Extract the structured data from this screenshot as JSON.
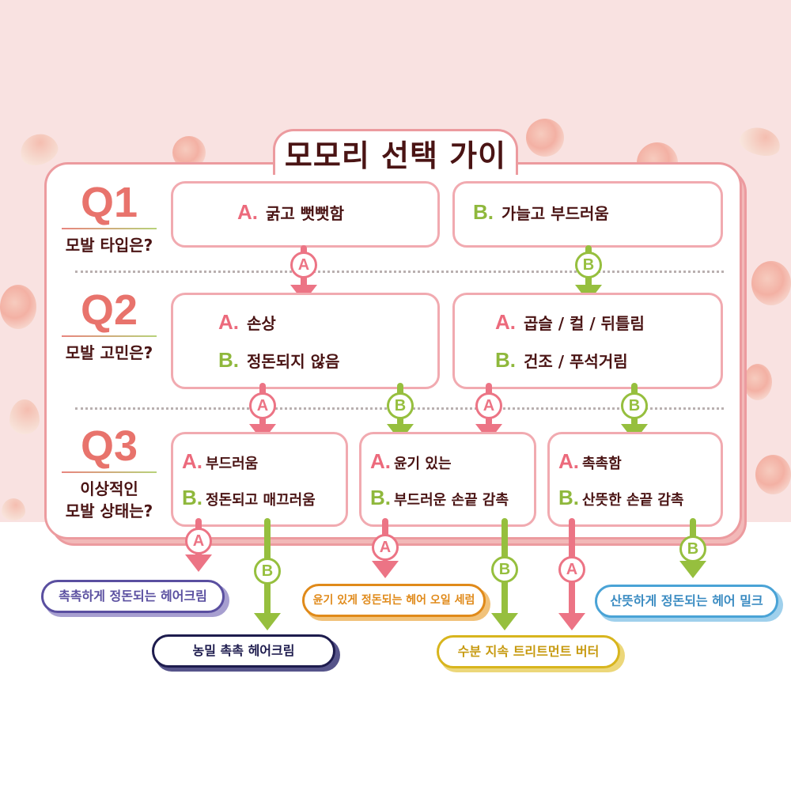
{
  "title": "모모리 선택 가이드",
  "colors": {
    "background": "#f9e2e1",
    "panel_border": "#ec9b9f",
    "question_number": "#e8736c",
    "option_a": "#ec6a7c",
    "option_b": "#8fb83c",
    "text_dark": "#4a1414"
  },
  "questions": [
    {
      "number": "Q1",
      "text": [
        "모발 타입은?"
      ]
    },
    {
      "number": "Q2",
      "text": [
        "모발 고민은?"
      ]
    },
    {
      "number": "Q3",
      "text": [
        "이상적인",
        "모발 상태는?"
      ]
    }
  ],
  "q1": {
    "box_a": {
      "label": "A.",
      "text": "굵고 뻣뻣함"
    },
    "box_b": {
      "label": "B.",
      "text": "가늘고 부드러움"
    }
  },
  "q2": {
    "box_left": {
      "a_label": "A.",
      "a_text": "손상",
      "b_label": "B.",
      "b_text": "정돈되지 않음"
    },
    "box_right": {
      "a_label": "A.",
      "a_text": "곱슬 / 컬 / 뒤틀림",
      "b_label": "B.",
      "b_text": "건조 / 푸석거림"
    }
  },
  "q3": {
    "box_1": {
      "a_label": "A.",
      "a_text": "부드러움",
      "b_label": "B.",
      "b_text": "정돈되고 매끄러움"
    },
    "box_2": {
      "a_label": "A.",
      "a_text": "윤기 있는",
      "b_label": "B.",
      "b_text": "부드러운 손끝 감촉"
    },
    "box_3": {
      "a_label": "A.",
      "a_text": "촉촉함",
      "b_label": "B.",
      "b_text": "산뜻한 손끝 감촉"
    }
  },
  "badges": {
    "a": "A",
    "b": "B"
  },
  "results": [
    {
      "name": "촉촉하게 정돈되는 헤어크림",
      "color": "#5a4fa0",
      "shadow": "#a79fd0"
    },
    {
      "name": "농밀 촉촉 헤어크림",
      "color": "#1e1c4e",
      "shadow": "#56548a"
    },
    {
      "name": "윤기 있게 정돈되는 헤어 오일 세럼",
      "color": "#e08a1a",
      "shadow": "#f1c27a"
    },
    {
      "name": "수분 지속 트리트먼트 버터",
      "color": "#d8b51e",
      "shadow": "#ecd77a"
    },
    {
      "name": "산뜻하게 정돈되는 헤어 밀크",
      "color": "#4aa3d6",
      "shadow": "#9fd0ec"
    }
  ]
}
